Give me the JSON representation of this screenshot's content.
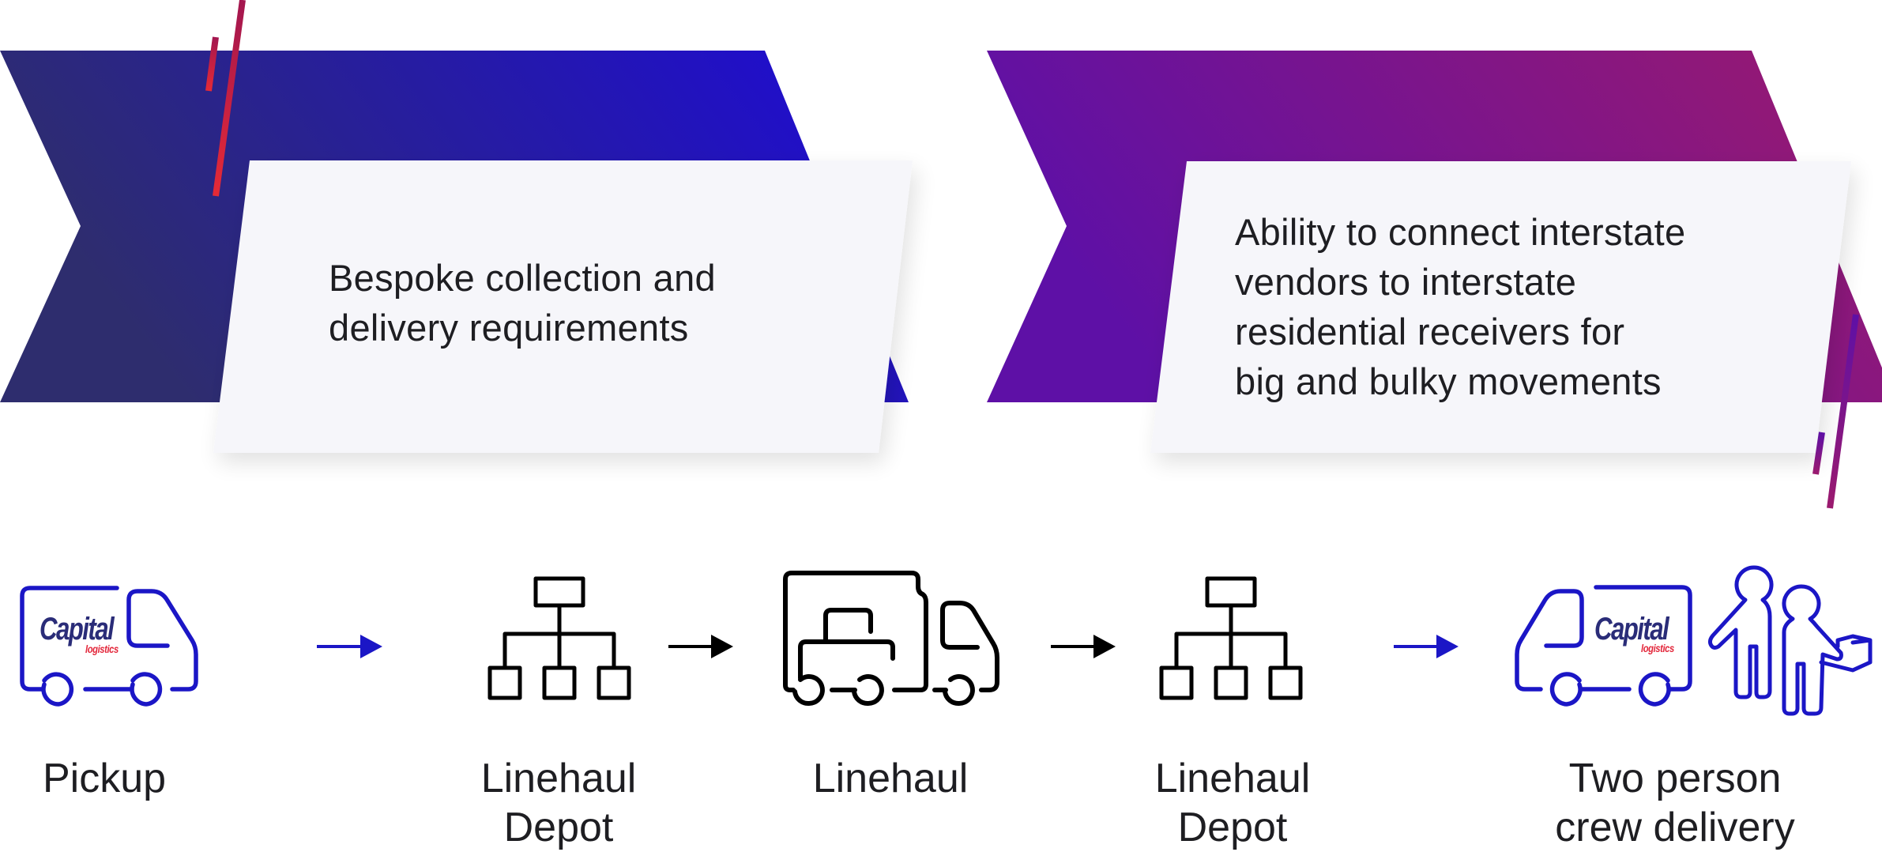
{
  "colors": {
    "banner1_start": "#2e2d6e",
    "banner1_end": "#1e0ad8",
    "banner2_start": "#5e10a6",
    "banner2_end": "#9b1a6e",
    "card_bg": "#f6f6fa",
    "accent_red_top": "#a3164f",
    "accent_red_bottom": "#e52a36",
    "brand_blue": "#1b16c6",
    "icon_black": "#000000",
    "logo_navy": "#2a2c78",
    "logo_red": "#e3263a",
    "text": "#1e1e22"
  },
  "cards": [
    {
      "lines": [
        "Bespoke collection and",
        "delivery requirements"
      ]
    },
    {
      "lines": [
        "Ability to connect interstate",
        "vendors to interstate",
        "residential receivers for",
        "big and bulky movements"
      ]
    }
  ],
  "logo": {
    "brand": "Capital",
    "sub": "logistics"
  },
  "steps": [
    {
      "id": "pickup",
      "icon": "capital-van-icon",
      "label_lines": [
        "Pickup"
      ]
    },
    {
      "id": "linehaul-depot-1",
      "icon": "depot-hierarchy-icon",
      "label_lines": [
        "Linehaul",
        "Depot"
      ]
    },
    {
      "id": "linehaul",
      "icon": "linehaul-truck-forklift-icon",
      "label_lines": [
        "Linehaul"
      ]
    },
    {
      "id": "linehaul-depot-2",
      "icon": "depot-hierarchy-icon",
      "label_lines": [
        "Linehaul",
        "Depot"
      ]
    },
    {
      "id": "two-person-delivery",
      "icon": "van-with-two-people-icon",
      "label_lines": [
        "Two person",
        "crew delivery"
      ]
    }
  ],
  "arrows": [
    {
      "from": "pickup",
      "to": "linehaul-depot-1",
      "color": "blue"
    },
    {
      "from": "linehaul-depot-1",
      "to": "linehaul",
      "color": "black"
    },
    {
      "from": "linehaul",
      "to": "linehaul-depot-2",
      "color": "black"
    },
    {
      "from": "linehaul-depot-2",
      "to": "two-person-delivery",
      "color": "blue"
    }
  ]
}
